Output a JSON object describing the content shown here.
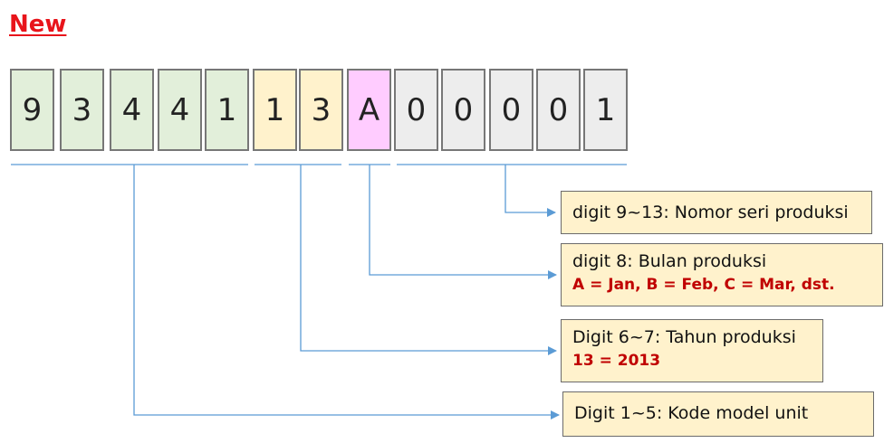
{
  "title": "New",
  "digits": [
    {
      "value": "9",
      "group": "model"
    },
    {
      "value": "3",
      "group": "model"
    },
    {
      "value": "4",
      "group": "model"
    },
    {
      "value": "4",
      "group": "model"
    },
    {
      "value": "1",
      "group": "model"
    },
    {
      "value": "1",
      "group": "year"
    },
    {
      "value": "3",
      "group": "year"
    },
    {
      "value": "A",
      "group": "month"
    },
    {
      "value": "0",
      "group": "serial"
    },
    {
      "value": "0",
      "group": "serial"
    },
    {
      "value": "0",
      "group": "serial"
    },
    {
      "value": "0",
      "group": "serial"
    },
    {
      "value": "1",
      "group": "serial"
    }
  ],
  "labels": {
    "serial": {
      "text": "digit 9~13: Nomor seri produksi"
    },
    "month": {
      "text": "digit 8: Bulan produksi",
      "note": "A = Jan, B = Feb, C = Mar, dst."
    },
    "year": {
      "text": "Digit 6~7: Tahun produksi",
      "note": "13 = 2013"
    },
    "model": {
      "text": "Digit 1~5: Kode model unit"
    }
  },
  "colors": {
    "title": "#e8141b",
    "model": "#e2efda",
    "year": "#fff2cc",
    "month": "#ffccff",
    "serial": "#ededed",
    "connector": "#5b9bd5",
    "highlight": "#c00000"
  }
}
